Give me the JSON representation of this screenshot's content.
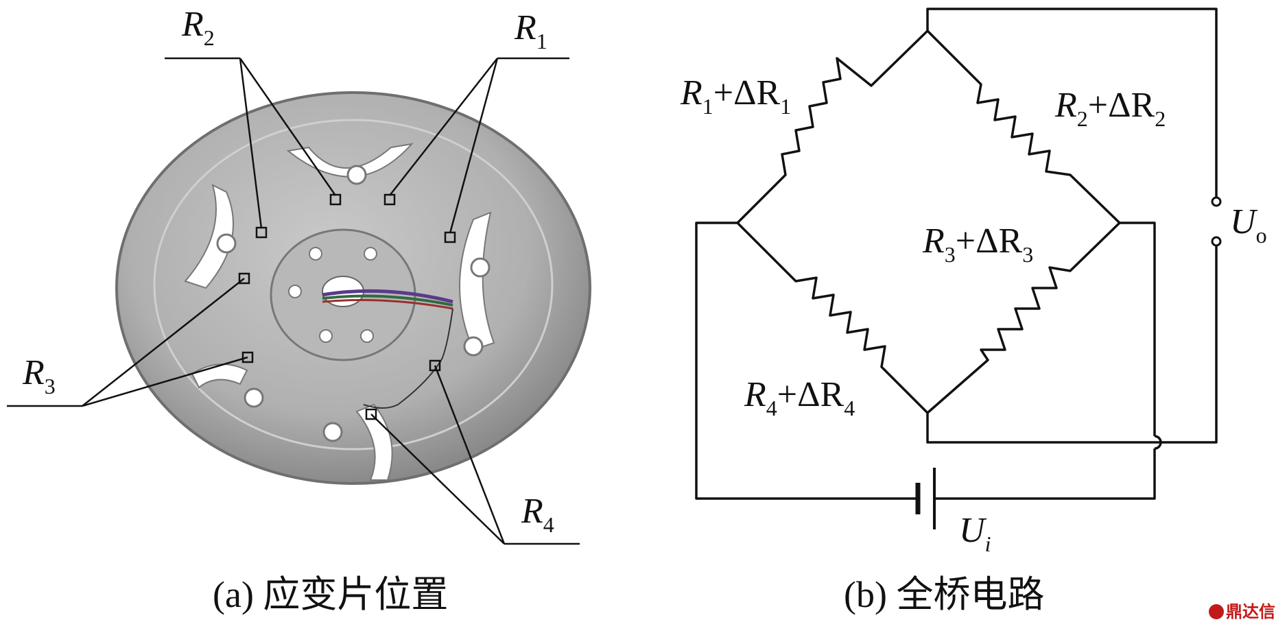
{
  "panel_a": {
    "caption": "(a) 应变片位置",
    "labels": {
      "r1": {
        "main": "R",
        "sub": "1"
      },
      "r2": {
        "main": "R",
        "sub": "2"
      },
      "r3": {
        "main": "R",
        "sub": "3"
      },
      "r4": {
        "main": "R",
        "sub": "4"
      }
    }
  },
  "panel_b": {
    "caption": "(b) 全桥电路",
    "labels": {
      "r1": {
        "main": "R",
        "sub": "1",
        "plus": "+ΔR",
        "sub2": "1"
      },
      "r2": {
        "main": "R",
        "sub": "2",
        "plus": "+ΔR",
        "sub2": "2"
      },
      "r3": {
        "main": "R",
        "sub": "3",
        "plus": "+ΔR",
        "sub2": "3"
      },
      "r4": {
        "main": "R",
        "sub": "4",
        "plus": "+ΔR",
        "sub2": "4"
      },
      "uo": {
        "main": "U",
        "sub": "o"
      },
      "ui": {
        "main": "U",
        "sub": "i"
      }
    }
  },
  "watermark": "鼎达信",
  "colors": {
    "line": "#111111",
    "disk": "#a8a8a8",
    "disk_edge": "#6f6f6f",
    "watermark": "#c21a1a"
  }
}
